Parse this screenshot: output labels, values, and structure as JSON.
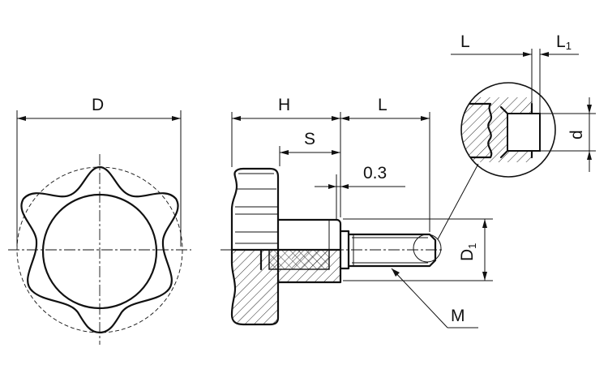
{
  "labels": {
    "D": "D",
    "H": "H",
    "L": "L",
    "S": "S",
    "gap": "0.3",
    "D1_main": "D",
    "D1_sub": "1",
    "M": "M",
    "detail_L": "L",
    "detail_L1_main": "L",
    "detail_L1_sub": "1",
    "detail_d": "d"
  }
}
